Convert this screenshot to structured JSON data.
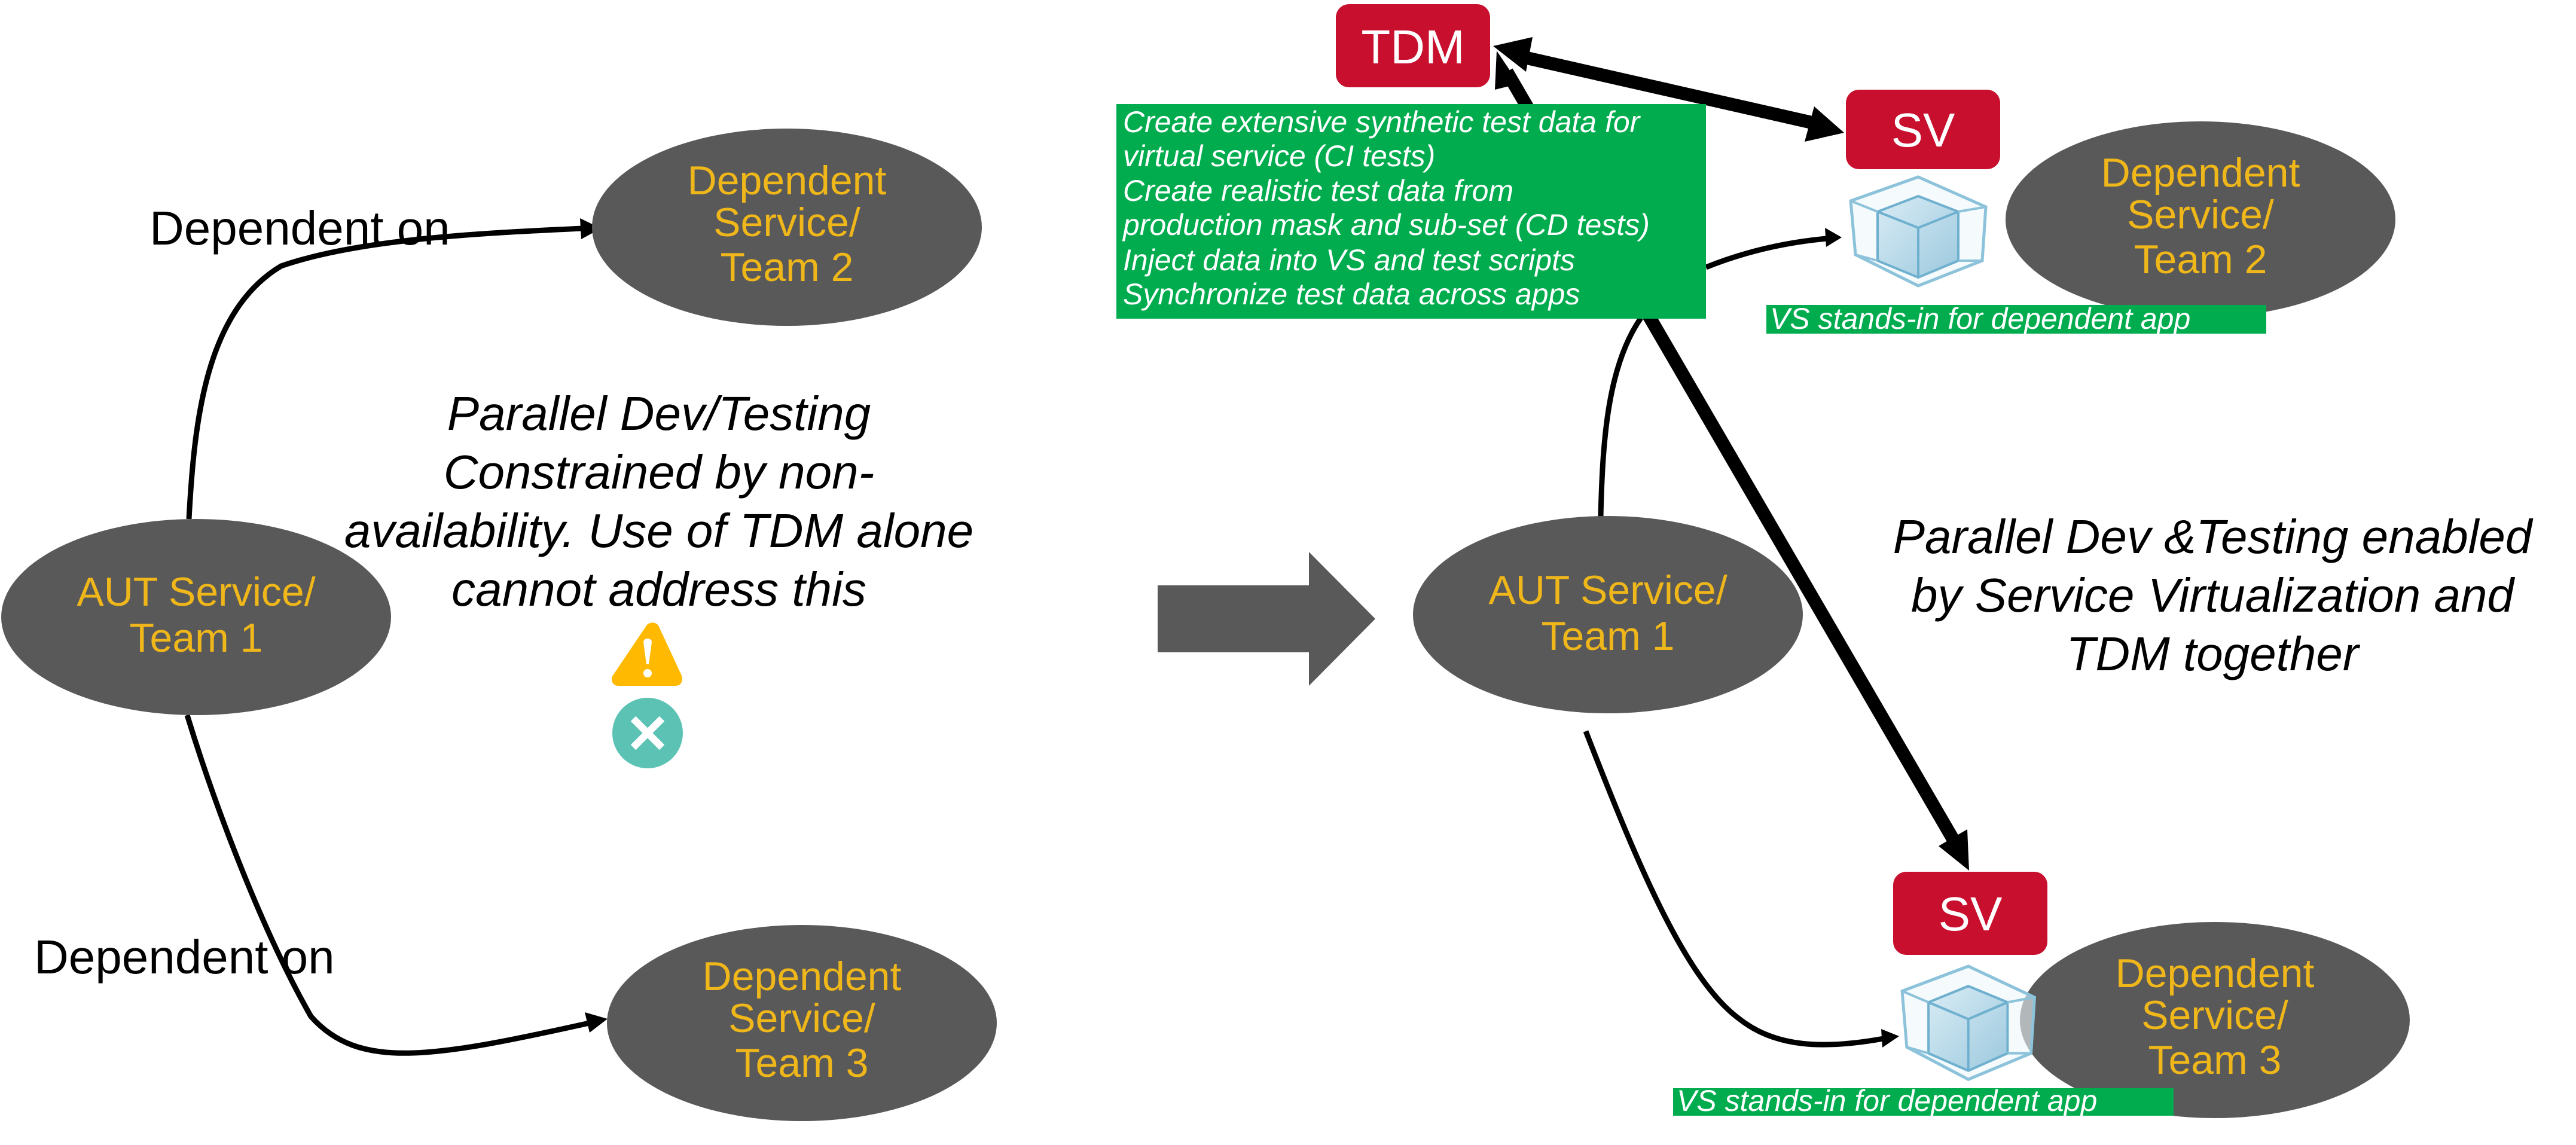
{
  "colors": {
    "node": "#595959",
    "node_text": "#F0B71A",
    "badge": "#C8102E",
    "callout": "#00AC4E",
    "warning": "#FFB900",
    "error": "#5BC2B4"
  },
  "left_panel": {
    "aut_node": {
      "line1": "AUT Service/",
      "line2": "Team 1"
    },
    "dep_node_2": {
      "line1": "Dependent",
      "line2": "Service/",
      "line3": "Team 2"
    },
    "dep_node_3": {
      "line1": "Dependent",
      "line2": "Service/",
      "line3": "Team 3"
    },
    "edge_label_top": "Dependent on",
    "edge_label_bottom": "Dependent on",
    "caption": [
      "Parallel Dev/Testing",
      "Constrained by non-",
      "availability. Use of TDM alone",
      "cannot address this"
    ],
    "icons": [
      "warning-icon",
      "error-x-icon"
    ]
  },
  "transition_arrow": "right-arrow",
  "right_panel": {
    "tdm_badge": "TDM",
    "sv_badge_top": "SV",
    "sv_badge_bottom": "SV",
    "tdm_callout": [
      "Create extensive synthetic test data for",
      "virtual service (CI tests)",
      "Create realistic test data from",
      "production mask and sub-set (CD tests)",
      "Inject data into VS and test scripts",
      "Synchronize test data across apps"
    ],
    "vs_note_top": "VS stands-in for dependent app",
    "vs_note_bottom": "VS stands-in for dependent app",
    "aut_node": {
      "line1": "AUT Service/",
      "line2": "Team 1"
    },
    "dep_node_2": {
      "line1": "Dependent",
      "line2": "Service/",
      "line3": "Team 2"
    },
    "dep_node_3": {
      "line1": "Dependent",
      "line2": "Service/",
      "line3": "Team 3"
    },
    "caption": [
      "Parallel Dev &Testing enabled",
      "by Service Virtualization and",
      "TDM together"
    ],
    "icons": [
      "virtual-service-cube-icon",
      "virtual-service-cube-icon"
    ]
  }
}
